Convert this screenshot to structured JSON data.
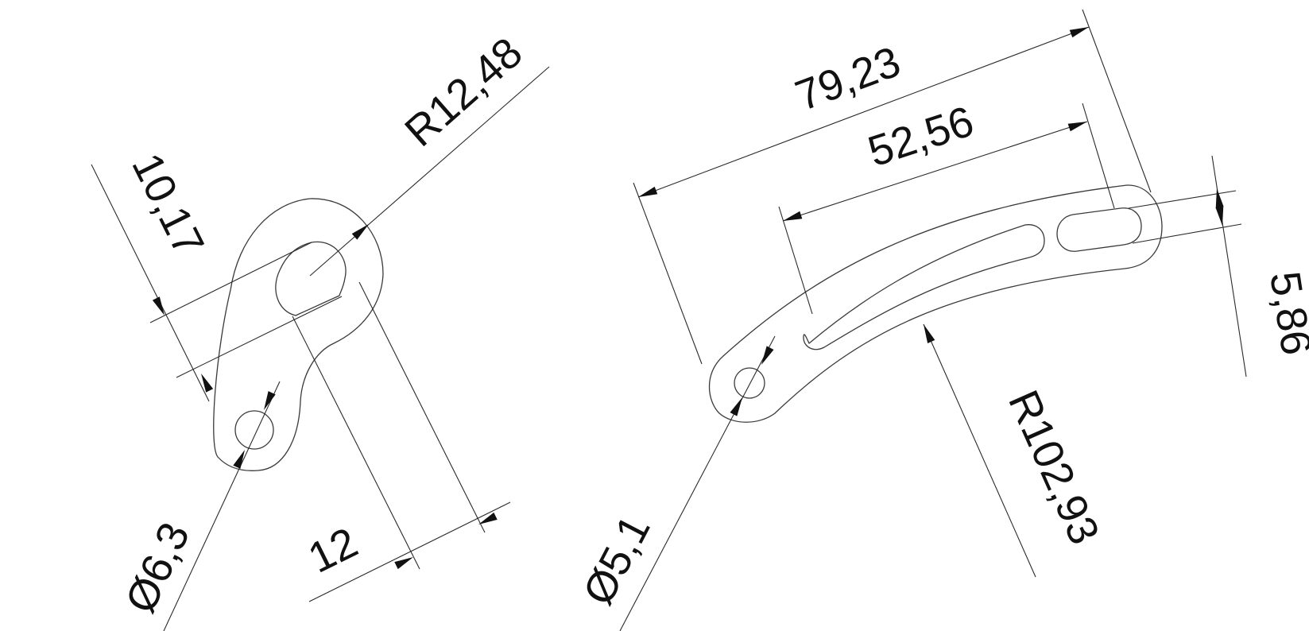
{
  "part_left": {
    "dimensions": {
      "r_outer": "R12,48",
      "width_slot": "10,17",
      "hole_dia": "Ø6,3",
      "offset": "12"
    }
  },
  "part_right": {
    "dimensions": {
      "overall_length": "79,23",
      "slot_length": "52,56",
      "slot_width": "5,86",
      "hole_dia": "Ø5,1",
      "arc_radius": "R102,93"
    }
  }
}
